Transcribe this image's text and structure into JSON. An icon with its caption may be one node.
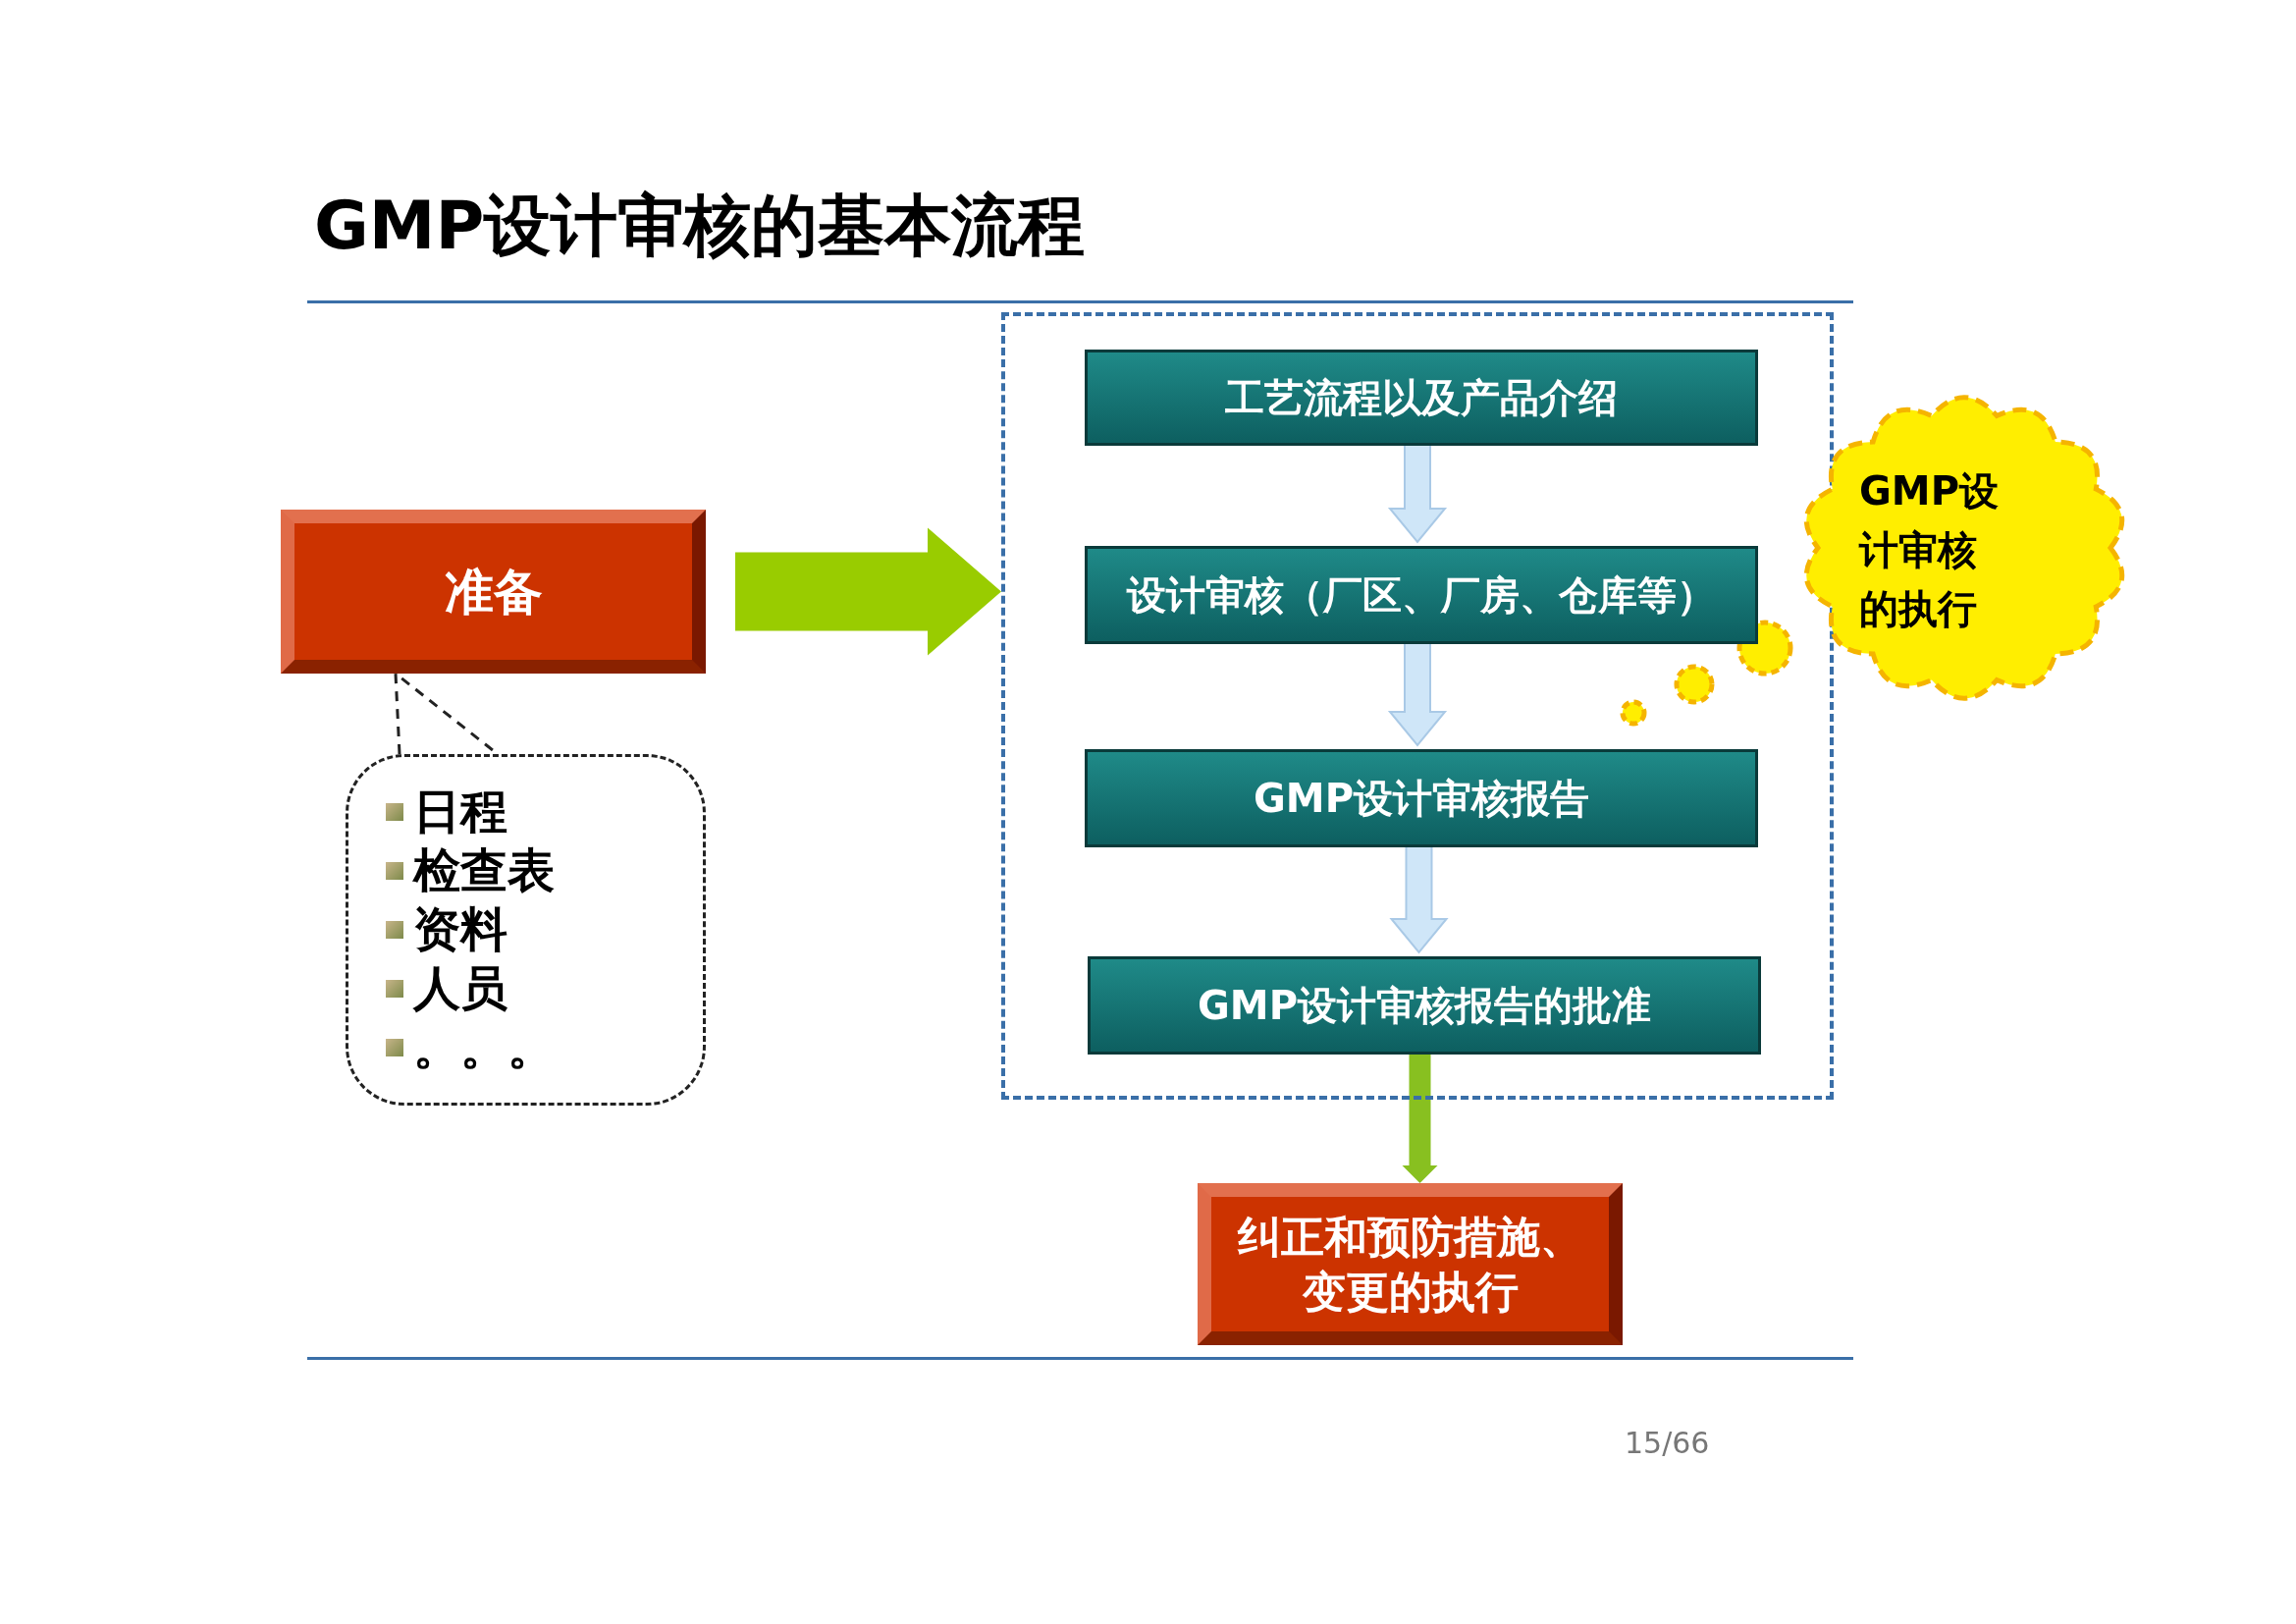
{
  "diagram": {
    "title": "GMP设计审核的基本流程",
    "nodes": [
      {
        "text": [
          "准备"
        ]
      },
      {
        "text": [
          "日程",
          "检查表",
          "资料",
          "人员",
          "。。。"
        ]
      },
      {
        "text": [],
        "shape": "box"
      },
      {
        "text": [
          "工艺流程以及产品介绍"
        ],
        "in": 2
      },
      {
        "text": [
          "设计审核（厂区、厂房、仓库等）"
        ],
        "in": 2
      },
      {
        "text": [
          "GMP设计审核报告"
        ],
        "in": 2
      },
      {
        "text": [
          "GMP设计审核报告的批准"
        ],
        "in": 2
      },
      {
        "text": [
          "GMP设计审核的执行"
        ]
      },
      {
        "text": [
          "纠正和预防措施、变更的执行"
        ]
      }
    ],
    "edges": [
      {
        "from": 0,
        "to": 2,
        "arrow": "to",
        "style": "thick",
        "color": "#99cc00"
      },
      {
        "from": 3,
        "to": 4,
        "arrow": "to"
      },
      {
        "from": 4,
        "to": 5,
        "arrow": "to"
      },
      {
        "from": 5,
        "to": 6,
        "arrow": "to"
      },
      {
        "from": 6,
        "to": 8,
        "arrow": "to",
        "color": "#88c020"
      },
      {
        "from": 1,
        "to": 0,
        "arrow": "none",
        "style": "dashed",
        "color": "#222222"
      }
    ],
    "labels": [
      "15/66"
    ]
  }
}
